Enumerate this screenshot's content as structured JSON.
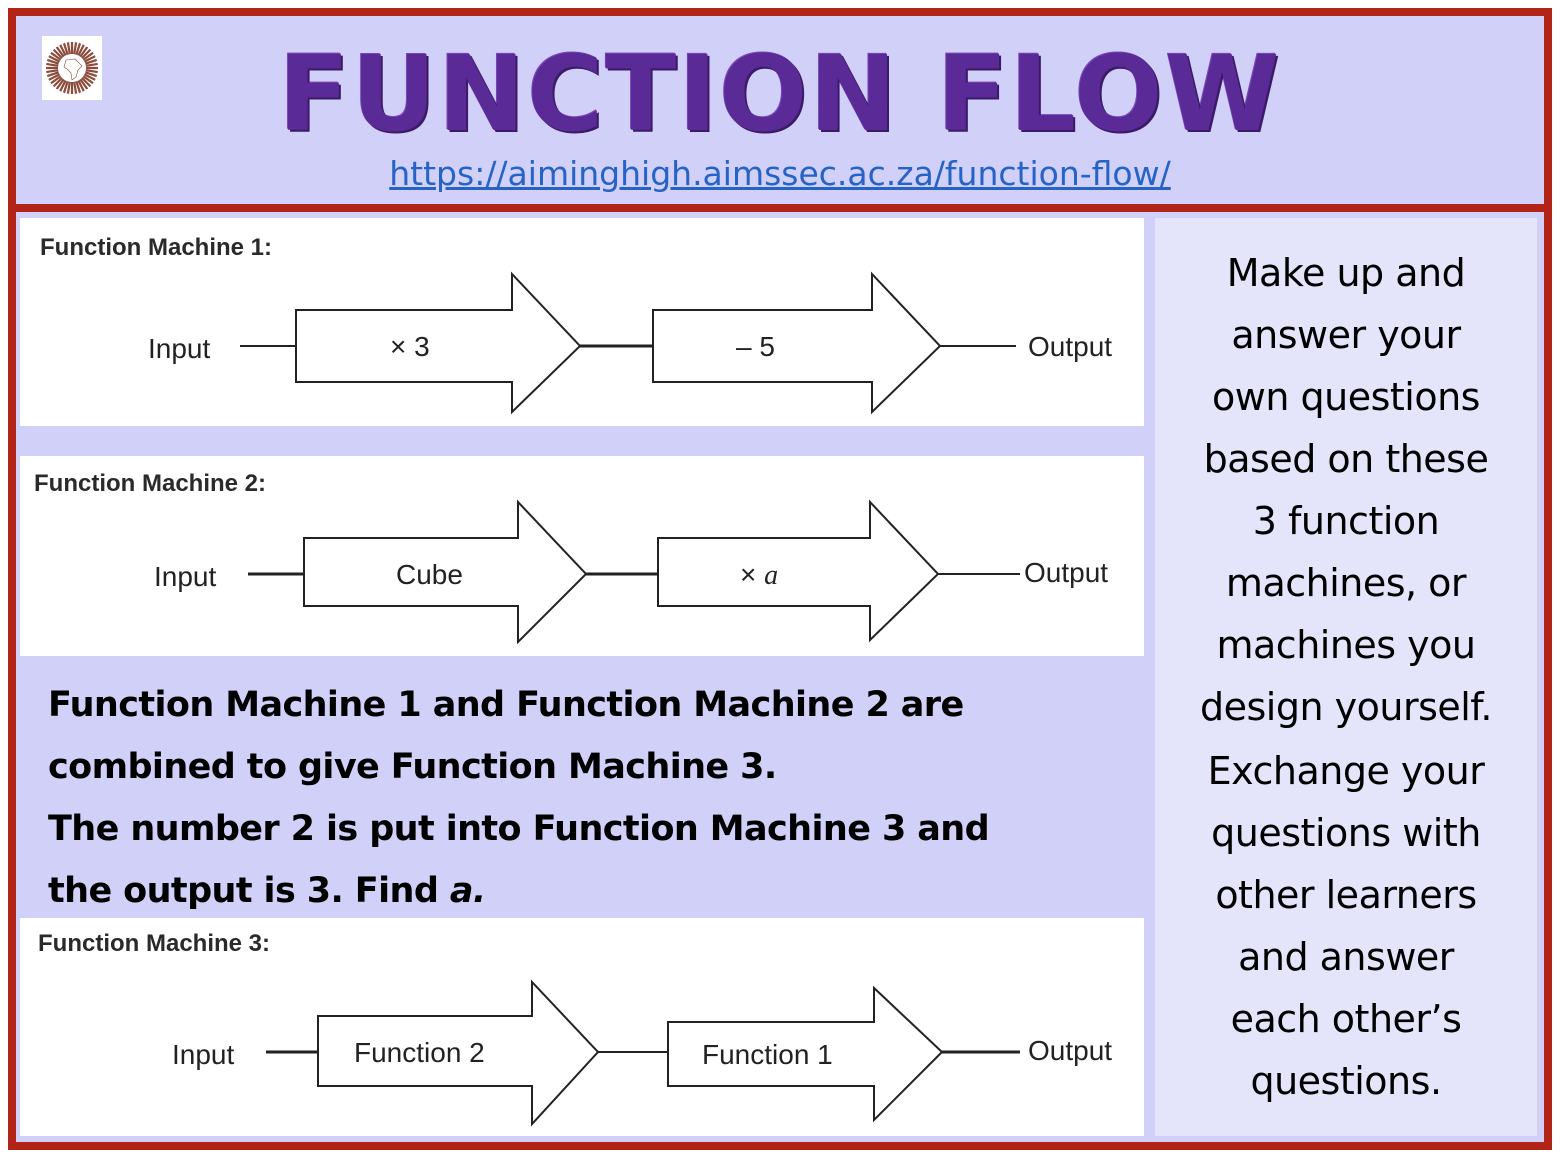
{
  "header": {
    "title": "FUNCTION FLOW",
    "url": "https://aiminghigh.aimssec.ac.za/function-flow/",
    "logo_icon": "africa-sunburst-logo-icon"
  },
  "colors": {
    "frame": "#b22318",
    "background": "#d0d0f8",
    "side_panel": "#e4e4fa",
    "title": "#5a2a96",
    "link": "#2563c6"
  },
  "machines": [
    {
      "label": "Function Machine 1:",
      "input": "Input",
      "steps": [
        "× 3",
        "– 5"
      ],
      "output": "Output"
    },
    {
      "label": "Function Machine 2:",
      "input": "Input",
      "steps": [
        "Cube",
        "× a"
      ],
      "output": "Output"
    },
    {
      "label": "Function Machine 3:",
      "input": "Input",
      "steps": [
        "Function 2",
        "Function 1"
      ],
      "output": "Output"
    }
  ],
  "question": {
    "line1": "Function Machine 1 and Function Machine 2 are",
    "line2": "combined to give Function Machine 3.",
    "line3": "The number 2 is put into Function Machine 3 and",
    "line4_prefix": "the output is 3. Find ",
    "line4_var": "a.",
    "var_name": "a"
  },
  "side_panel": {
    "paragraph1": [
      "Make up and",
      "answer your",
      "own questions",
      "based on these",
      "3 function",
      "machines, or",
      "machines you",
      "design yourself."
    ],
    "paragraph2": [
      "Exchange your",
      "questions with",
      "other learners",
      "and answer",
      "each other’s",
      "questions."
    ]
  }
}
